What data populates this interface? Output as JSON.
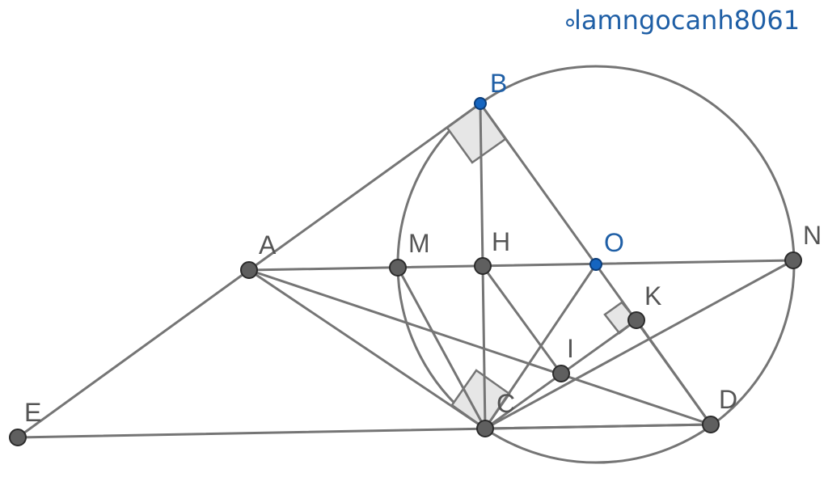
{
  "watermark": {
    "prefix": "°",
    "text": "lamngocanh8061",
    "color": "#1f5fa6"
  },
  "colors": {
    "line": "#757575",
    "point_fill": "#5f5f5f",
    "blue_point": "#1565c0",
    "right_angle_fill": "#e6e6e6",
    "label_gray": "#555555",
    "label_blue": "#1f5fa6"
  },
  "points": [
    {
      "id": "A",
      "label": "A",
      "color": "gray"
    },
    {
      "id": "B",
      "label": "B",
      "color": "blue"
    },
    {
      "id": "C",
      "label": "C",
      "color": "gray"
    },
    {
      "id": "D",
      "label": "D",
      "color": "gray"
    },
    {
      "id": "E",
      "label": "E",
      "color": "gray"
    },
    {
      "id": "H",
      "label": "H",
      "color": "gray"
    },
    {
      "id": "I",
      "label": "I",
      "color": "gray"
    },
    {
      "id": "K",
      "label": "K",
      "color": "gray"
    },
    {
      "id": "M",
      "label": "M",
      "color": "gray"
    },
    {
      "id": "N",
      "label": "N",
      "color": "gray"
    },
    {
      "id": "O",
      "label": "O",
      "color": "blue"
    }
  ],
  "segments": [
    [
      "A",
      "B"
    ],
    [
      "A",
      "E"
    ],
    [
      "E",
      "D"
    ],
    [
      "A",
      "N"
    ],
    [
      "B",
      "C"
    ],
    [
      "B",
      "D"
    ],
    [
      "A",
      "C"
    ],
    [
      "A",
      "D"
    ],
    [
      "M",
      "C"
    ],
    [
      "H",
      "I"
    ],
    [
      "O",
      "C"
    ],
    [
      "C",
      "N"
    ],
    [
      "C",
      "K"
    ],
    [
      "K",
      "D"
    ],
    [
      "C",
      "D"
    ]
  ],
  "circles": [
    {
      "center": "O",
      "through": "B"
    }
  ],
  "right_angles": [
    "B",
    "C",
    "K"
  ]
}
